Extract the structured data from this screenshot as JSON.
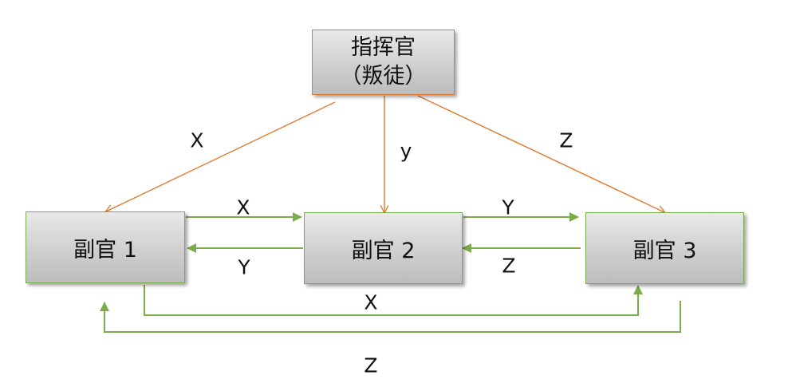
{
  "colors": {
    "commander_edges": "#e07b2e",
    "deputy_edges": "#7aac4c",
    "box_fill": "#cfcfcf"
  },
  "nodes": {
    "commander": {
      "line1": "指挥官",
      "line2": "（叛徒）"
    },
    "deputy1": "副官 1",
    "deputy2": "副官 2",
    "deputy3": "副官 3"
  },
  "edges": {
    "commander_to_d1": "X",
    "commander_to_d2": "y",
    "commander_to_d3": "Z",
    "d1_to_d2": "X",
    "d2_to_d1": "Y",
    "d2_to_d3": "Y",
    "d3_to_d2": "Z",
    "d1_to_d3": "X",
    "d3_to_d1": "Z"
  }
}
